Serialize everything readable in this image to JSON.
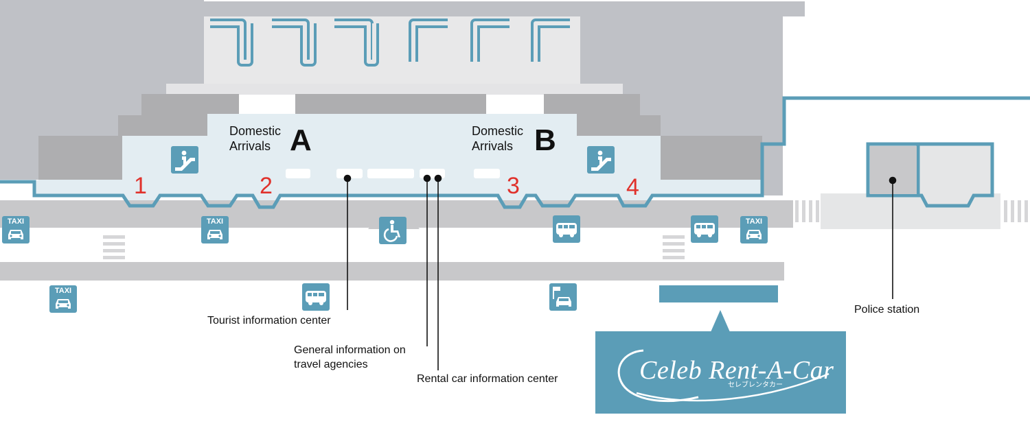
{
  "terminals": [
    {
      "word1": "Domestic",
      "word2": "Arrivals",
      "letter": "A"
    },
    {
      "word1": "Domestic",
      "word2": "Arrivals",
      "letter": "B"
    }
  ],
  "gates": [
    "1",
    "2",
    "3",
    "4"
  ],
  "callouts": {
    "tourist": "Tourist information center",
    "agencies_1": "General information on",
    "agencies_2": "travel agencies",
    "rental": "Rental car information center",
    "police": "Police station"
  },
  "taxi_label": "TAXI",
  "brand": {
    "name": "Celeb Rent-A-Car",
    "sub": "セレブレンタカー"
  },
  "icons": {
    "taxi": "taxi-icon",
    "bus": "bus-icon",
    "rental": "rental-car-icon",
    "escalator": "escalator-icon",
    "wheelchair": "wheelchair-icon"
  },
  "colors": {
    "accent": "#5b9db7",
    "gate_number": "#e0312b",
    "terminal_fill": "#e3edf2",
    "building_gray": "#bfc1c6"
  }
}
